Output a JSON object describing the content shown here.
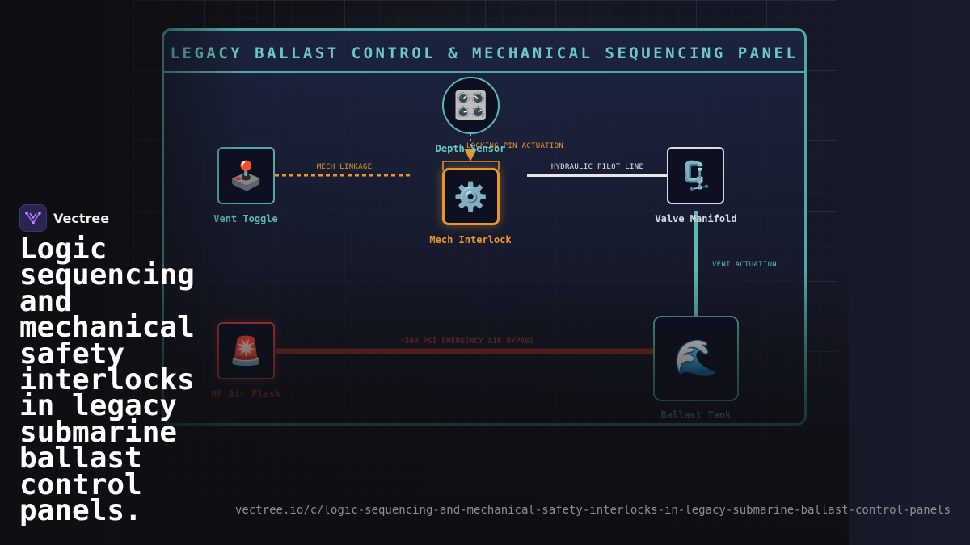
{
  "panel": {
    "title": "LEGACY BALLAST CONTROL & MECHANICAL SEQUENCING PANEL"
  },
  "nodes": [
    {
      "id": "depth-sensor",
      "label": "Depth Sensor",
      "icon": "control-knobs-icon",
      "glyph": "🎛️",
      "color": "#6cc9c2"
    },
    {
      "id": "vent-toggle",
      "label": "Vent Toggle",
      "icon": "joystick-icon",
      "glyph": "🕹️",
      "color": "#5fb8b2"
    },
    {
      "id": "mech-interlock",
      "label": "Mech Interlock",
      "icon": "gear-icon",
      "glyph": "⚙️",
      "color": "#e8962a"
    },
    {
      "id": "valve-manifold",
      "label": "Valve Manifold",
      "icon": "clamp-icon",
      "glyph": "🗜️",
      "color": "#d8dbe2"
    },
    {
      "id": "hp-air-flask",
      "label": "HP Air Flask",
      "icon": "siren-icon",
      "glyph": "🚨",
      "color": "#c23a3a"
    },
    {
      "id": "ballast-tank",
      "label": "Ballast Tank",
      "icon": "wave-icon",
      "glyph": "🌊",
      "color": "#4fa9a6"
    }
  ],
  "edges": [
    {
      "id": "mech-linkage",
      "label": "MECH LINKAGE",
      "color": "#e8962a"
    },
    {
      "id": "locking-pin",
      "label": "LOCKING PIN ACTUATION",
      "color": "#e8962a"
    },
    {
      "id": "hydraulic-pilot",
      "label": "HYDRAULIC PILOT LINE",
      "color": "#e6e6e6"
    },
    {
      "id": "vent-actuation",
      "label": "VENT ACTUATION",
      "color": "#5fb8b2"
    },
    {
      "id": "emergency-bypass",
      "label": "4500 PSI EMERGENCY AIR BYPASS",
      "color": "#c23a3a"
    }
  ],
  "brand": {
    "name": "Vectree",
    "accent": "#9b5cf0"
  },
  "headline": "Logic sequencing and mechanical safety interlocks in legacy submarine ballast control panels.",
  "url": "vectree.io/c/logic-sequencing-and-mechanical-safety-interlocks-in-legacy-submarine-ballast-control-panels"
}
